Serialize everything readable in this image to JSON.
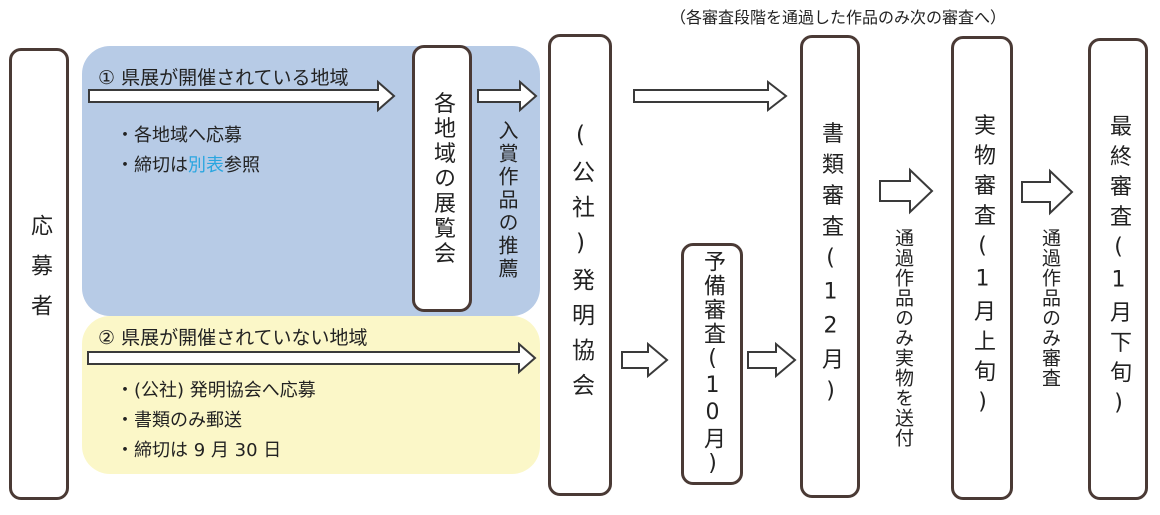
{
  "colors": {
    "blue_region": "#b7cbe6",
    "yellow_region": "#fbf7c8",
    "box_border": "#4a3a35",
    "link": "#2aa6e0"
  },
  "note_top": "（各審査段階を通過した作品のみ次の審査へ）",
  "applicant": "応募者",
  "region1": {
    "title": "①  県展が開催されている地域",
    "bullet1": "・各地域へ応募",
    "bullet2_prefix": "・締切は",
    "bullet2_link": "別表",
    "bullet2_suffix": "参照"
  },
  "region2": {
    "title": "②  県展が開催されていない地域",
    "bullet1": "・(公社) 発明協会へ応募",
    "bullet2": "・書類のみ郵送",
    "bullet3": "・締切は 9 月 30 日"
  },
  "local_exhibition": "各地域の展覧会",
  "recommend_label": "入賞作品の推薦",
  "association": "(公社)発明協会",
  "preliminary": "予備審査(10月)",
  "document_review": "書類審査(12月)",
  "ship_note": "通過作品のみ実物を送付",
  "physical_review": "実物審査(1月上旬)",
  "final_note": "通過作品のみ審査",
  "final_review": "最終審査(1月下旬)"
}
